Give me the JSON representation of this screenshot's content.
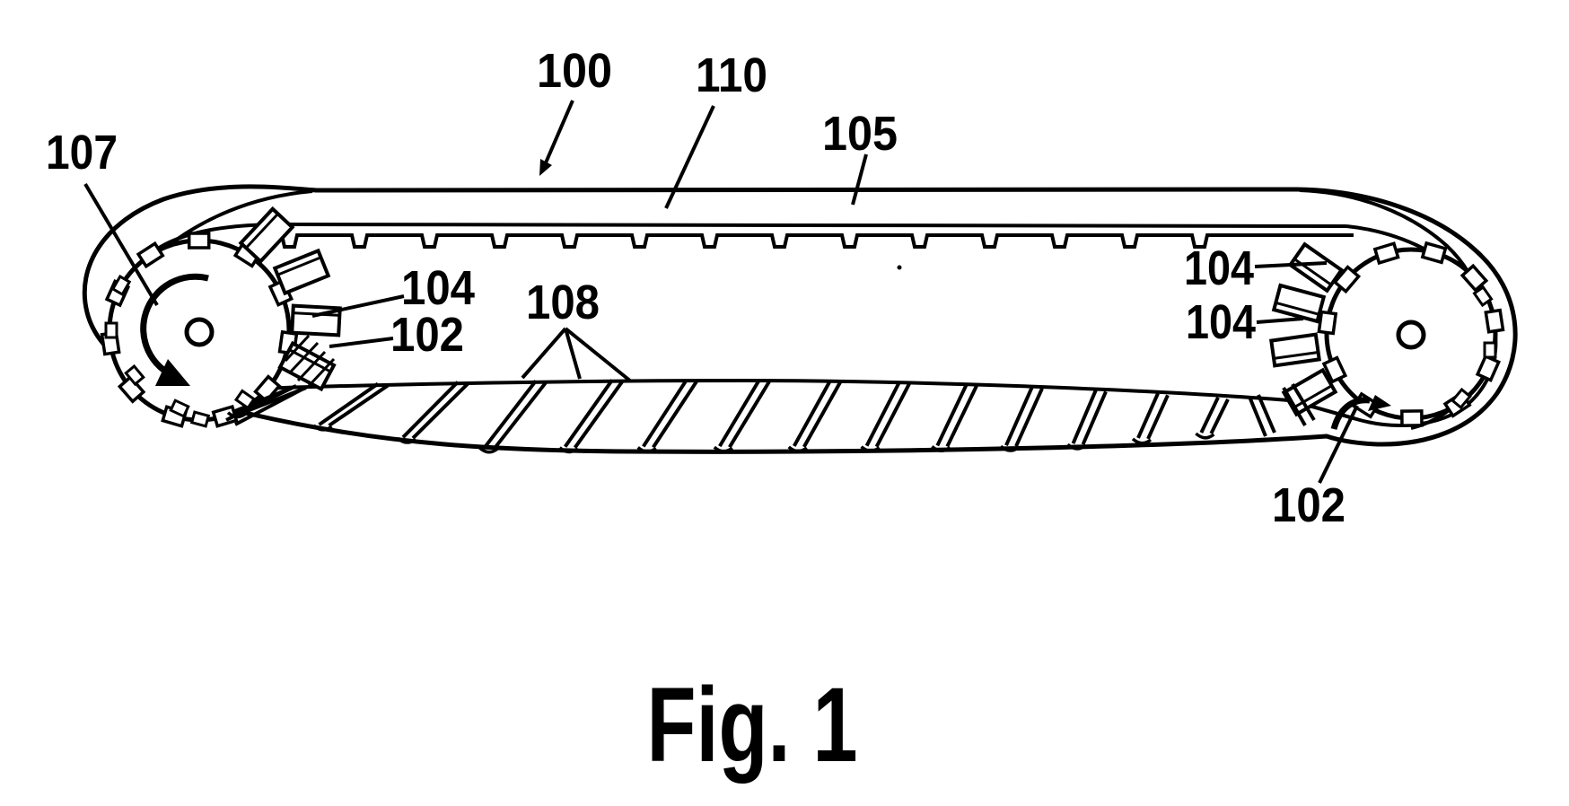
{
  "figure": {
    "background_color": "#ffffff",
    "line_color": "#000000",
    "caption": "Fig. 1",
    "labels": {
      "l100": "100",
      "l110": "110",
      "l105": "105",
      "l107": "107",
      "l104_left": "104",
      "l102_left": "102",
      "l108": "108",
      "l104_right_upper": "104",
      "l104_right_lower": "104",
      "l102_right": "102"
    }
  }
}
